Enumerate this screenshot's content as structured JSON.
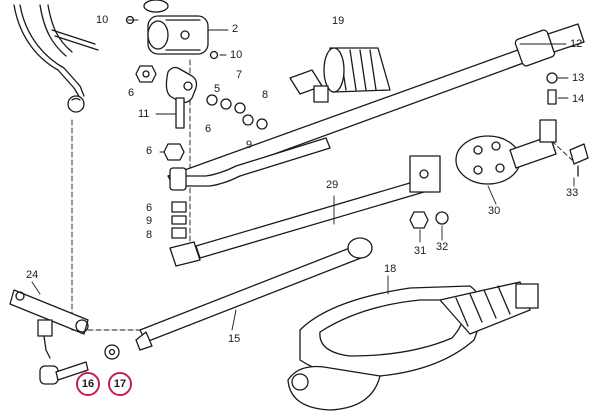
{
  "callouts": {
    "c2": "2",
    "c5": "5",
    "c6a": "6",
    "c6b": "6",
    "c6c": "6",
    "c6d": "6",
    "c7": "7",
    "c8a": "8",
    "c8b": "8",
    "c9a": "9",
    "c9b": "9",
    "c10a": "10",
    "c10b": "10",
    "c11": "11",
    "c12": "12",
    "c13": "13",
    "c14": "14",
    "c15": "15",
    "c16": "16",
    "c17": "17",
    "c18": "18",
    "c19": "19",
    "c24": "24",
    "c29": "29",
    "c30": "30",
    "c31": "31",
    "c32": "32",
    "c33": "33"
  },
  "highlight_color": "#c0244f"
}
